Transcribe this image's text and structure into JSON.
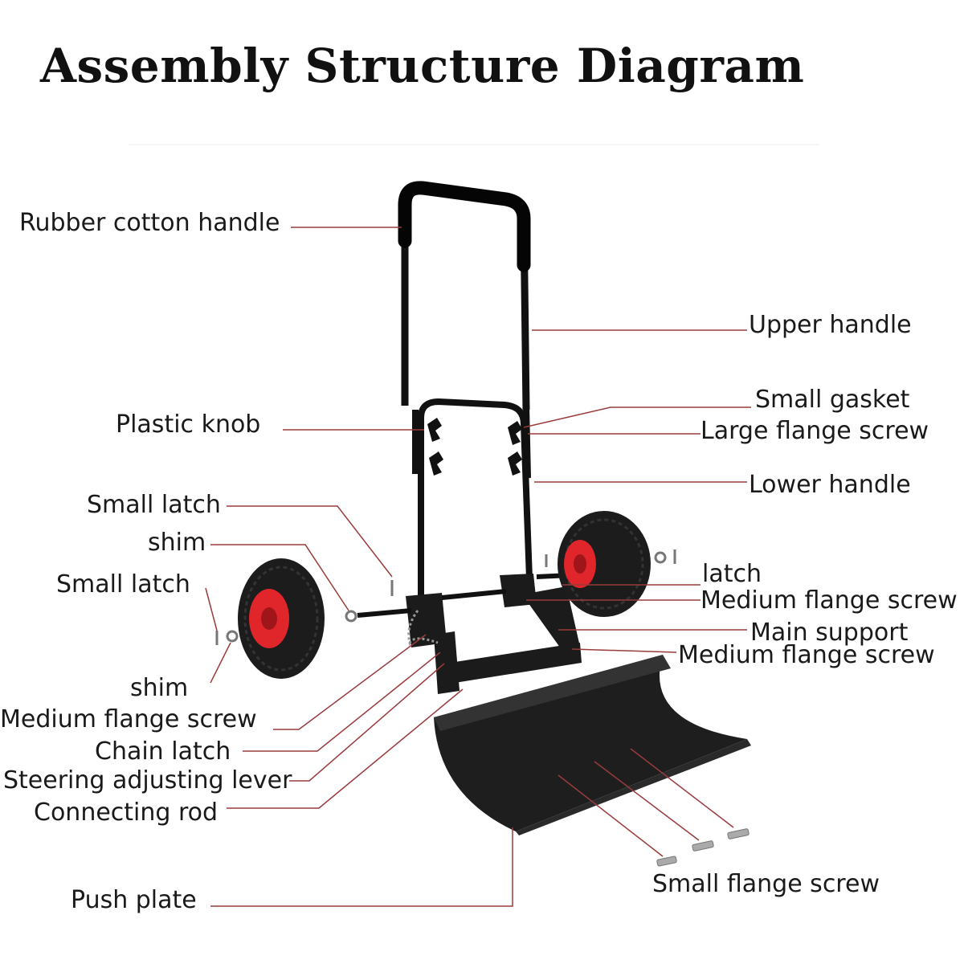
{
  "title": "Assembly Structure Diagram",
  "labels": {
    "rubber_cotton_handle": "Rubber cotton handle",
    "upper_handle": "Upper handle",
    "plastic_knob": "Plastic knob",
    "small_gasket": "Small gasket",
    "large_flange_screw": "Large flange screw",
    "lower_handle": "Lower handle",
    "small_latch_1": "Small latch",
    "shim_1": "shim",
    "small_latch_2": "Small latch",
    "latch": "latch",
    "medium_flange_screw_1": "Medium flange screw",
    "main_support": "Main support",
    "medium_flange_screw_2": "Medium flange screw",
    "shim_2": "shim",
    "medium_flange_screw_3": "Medium flange screw",
    "chain_latch": "Chain latch",
    "steering_adjusting_lever": "Steering adjusting lever",
    "connecting_rod": "Connecting rod",
    "push_plate": "Push plate",
    "small_flange_screw": "Small flange screw"
  },
  "colors": {
    "leader_line": "#9a3b3b",
    "frame": "#111111",
    "wheel_hub": "#e0262b",
    "tire": "#1c1c1c",
    "blade": "#1e1e1e"
  }
}
